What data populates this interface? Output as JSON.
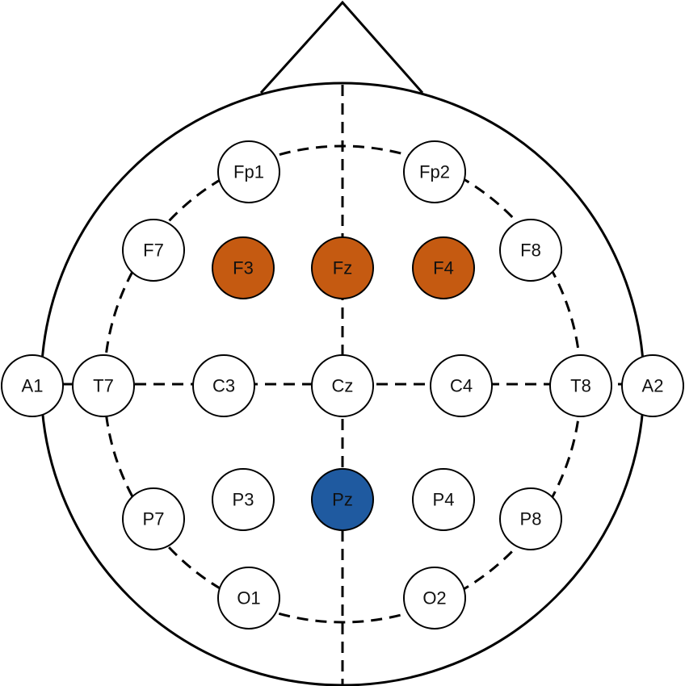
{
  "colors": {
    "highlight_orange": "#C55A11",
    "highlight_blue": "#1F5AA0",
    "default_fill": "#FFFFFF",
    "stroke": "#000000"
  },
  "electrodes": [
    {
      "id": "fp1",
      "label": "Fp1",
      "state": "default"
    },
    {
      "id": "fp2",
      "label": "Fp2",
      "state": "default"
    },
    {
      "id": "f7",
      "label": "F7",
      "state": "default"
    },
    {
      "id": "f3",
      "label": "F3",
      "state": "orange"
    },
    {
      "id": "fz",
      "label": "Fz",
      "state": "orange"
    },
    {
      "id": "f4",
      "label": "F4",
      "state": "orange"
    },
    {
      "id": "f8",
      "label": "F8",
      "state": "default"
    },
    {
      "id": "a1",
      "label": "A1",
      "state": "default"
    },
    {
      "id": "t7",
      "label": "T7",
      "state": "default"
    },
    {
      "id": "c3",
      "label": "C3",
      "state": "default"
    },
    {
      "id": "cz",
      "label": "Cz",
      "state": "default"
    },
    {
      "id": "c4",
      "label": "C4",
      "state": "default"
    },
    {
      "id": "t8",
      "label": "T8",
      "state": "default"
    },
    {
      "id": "a2",
      "label": "A2",
      "state": "default"
    },
    {
      "id": "p7",
      "label": "P7",
      "state": "default"
    },
    {
      "id": "p3",
      "label": "P3",
      "state": "default"
    },
    {
      "id": "pz",
      "label": "Pz",
      "state": "blue"
    },
    {
      "id": "p4",
      "label": "P4",
      "state": "default"
    },
    {
      "id": "p8",
      "label": "P8",
      "state": "default"
    },
    {
      "id": "o1",
      "label": "O1",
      "state": "default"
    },
    {
      "id": "o2",
      "label": "O2",
      "state": "default"
    }
  ]
}
